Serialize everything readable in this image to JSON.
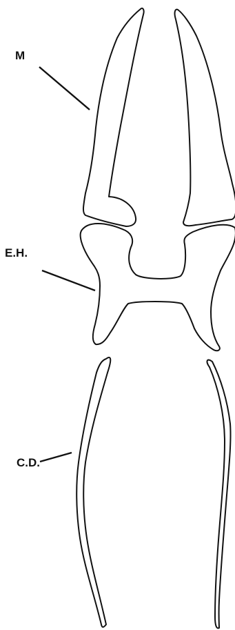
{
  "labels": {
    "m": "M",
    "eh": "E.H.",
    "cd": "C.D."
  },
  "colors": {
    "ink": "#111111",
    "background": "#ffffff"
  }
}
